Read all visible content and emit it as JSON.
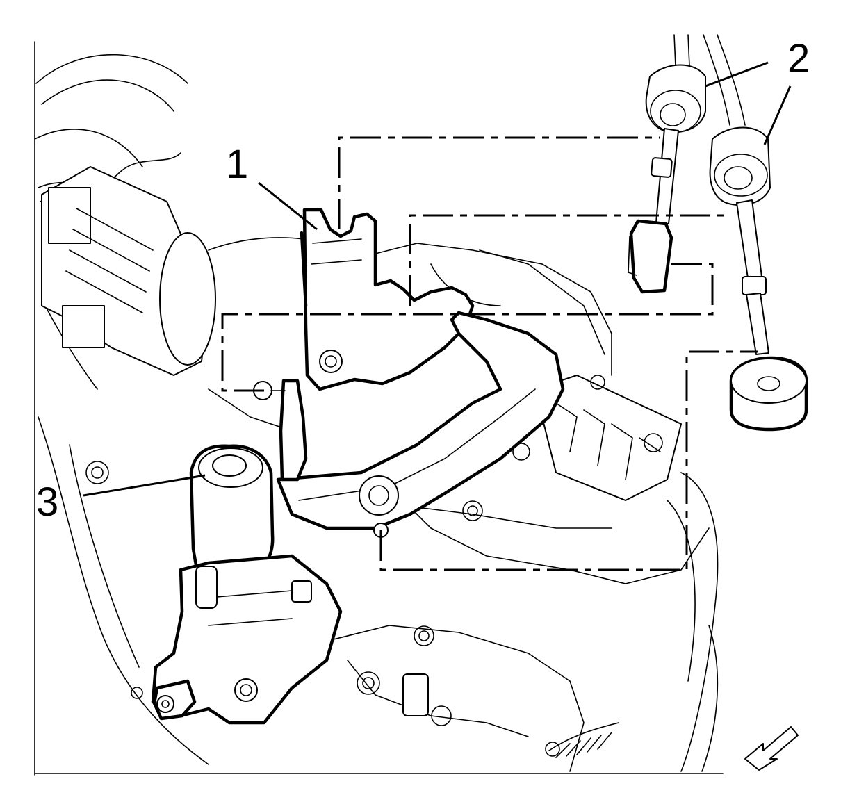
{
  "diagram": {
    "callouts": [
      {
        "id": "1",
        "label": "1"
      },
      {
        "id": "2",
        "label": "2"
      },
      {
        "id": "3",
        "label": "3"
      }
    ],
    "orientation_icon": "front-direction-arrow-icon"
  }
}
